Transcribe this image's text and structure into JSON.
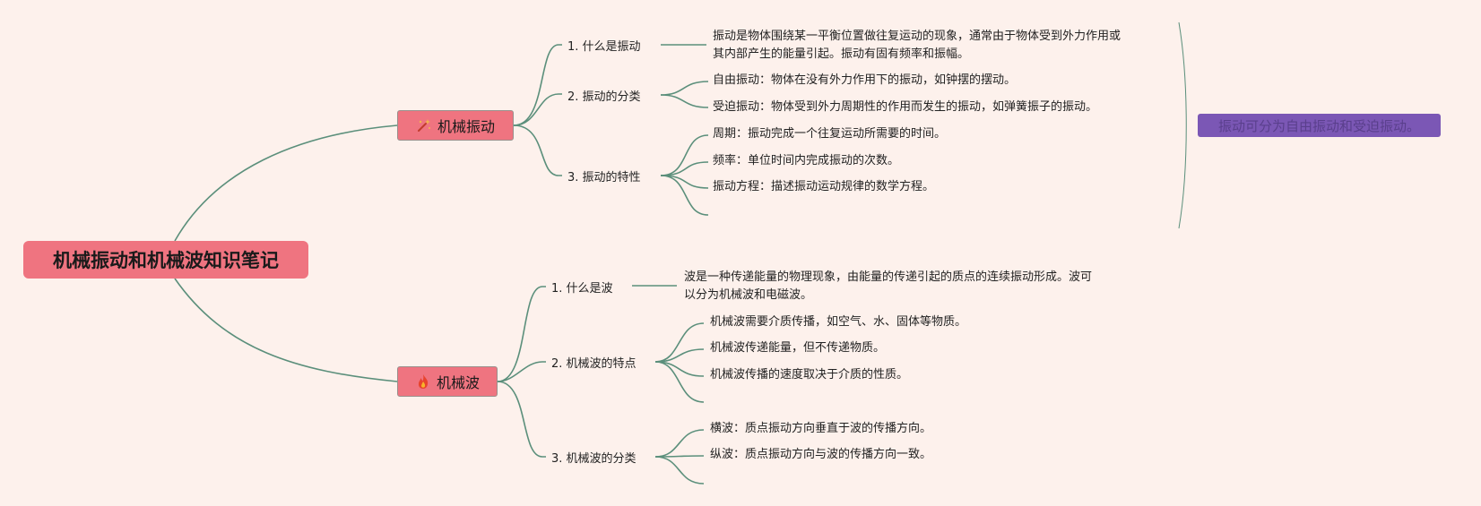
{
  "root": {
    "title": "机械振动和机械波知识笔记"
  },
  "branches": [
    {
      "label": "机械振动",
      "icon": "wand-sparkle-icon",
      "topics": [
        {
          "label": "1. 什么是振动",
          "leaves": [
            "振动是物体围绕某一平衡位置做往复运动的现象，通常由于物体受到外力作用或",
            "其内部产生的能量引起。振动有固有频率和振幅。"
          ]
        },
        {
          "label": "2. 振动的分类",
          "leaves": [
            "自由振动：物体在没有外力作用下的振动，如钟摆的摆动。",
            "受迫振动：物体受到外力周期性的作用而发生的振动，如弹簧振子的振动。"
          ]
        },
        {
          "label": "3. 振动的特性",
          "leaves": [
            "周期：振动完成一个往复运动所需要的时间。",
            "频率：单位时间内完成振动的次数。",
            "振动方程：描述振动运动规律的数学方程。"
          ]
        }
      ]
    },
    {
      "label": "机械波",
      "icon": "fire-icon",
      "topics": [
        {
          "label": "1. 什么是波",
          "leaves": [
            "波是一种传递能量的物理现象，由能量的传递引起的质点的连续振动形成。波可",
            "以分为机械波和电磁波。"
          ]
        },
        {
          "label": "2. 机械波的特点",
          "leaves": [
            "机械波需要介质传播，如空气、水、固体等物质。",
            "机械波传递能量，但不传递物质。",
            "机械波传播的速度取决于介质的性质。"
          ]
        },
        {
          "label": "3. 机械波的分类",
          "leaves": [
            "横波：质点振动方向垂直于波的传播方向。",
            "纵波：质点振动方向与波的传播方向一致。"
          ]
        }
      ]
    }
  ],
  "summary": {
    "text": "振动可分为自由振动和受迫振动。"
  },
  "colors": {
    "background": "#fdf1ec",
    "node": "#ef7480",
    "line": "#5b8f7b",
    "summary": "#7b57b5"
  }
}
